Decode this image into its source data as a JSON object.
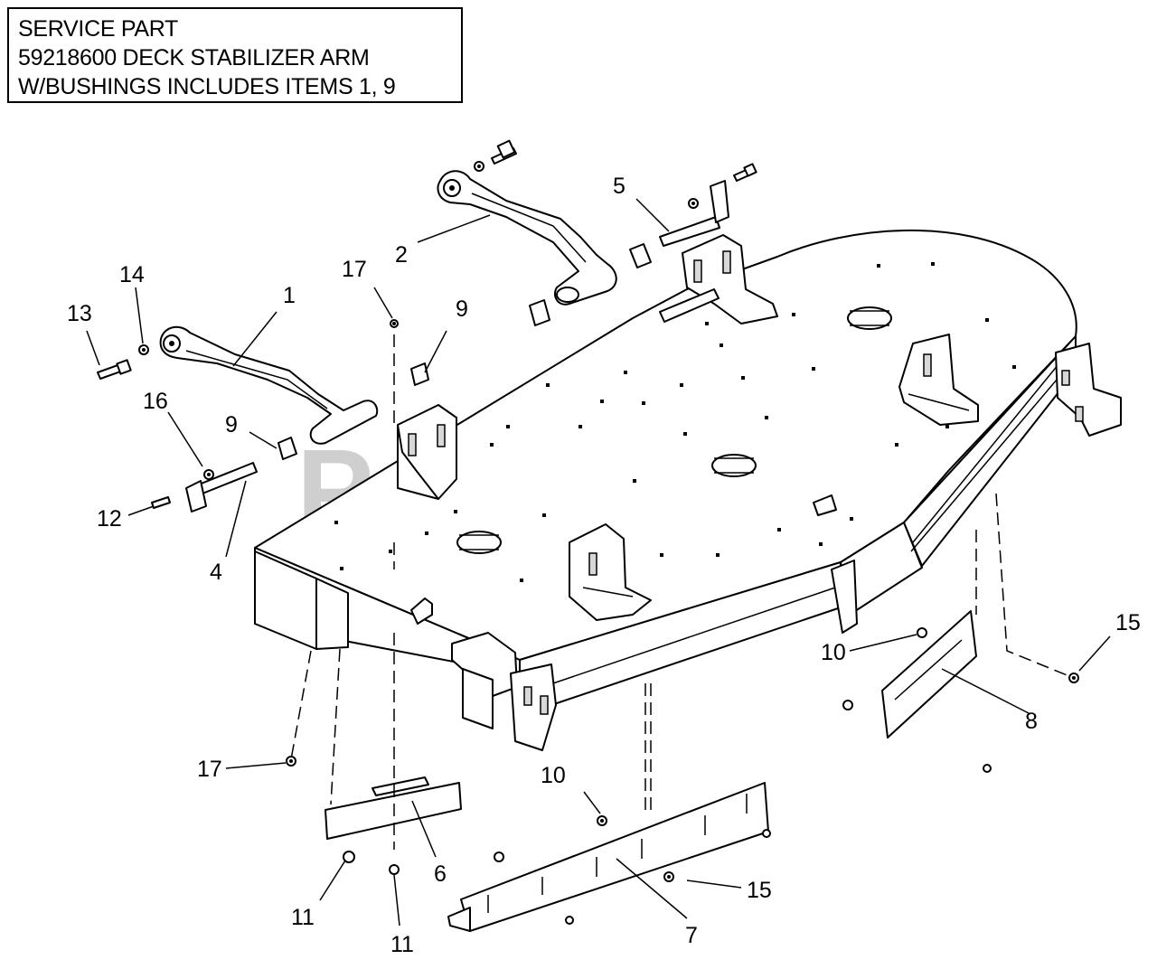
{
  "service_note": {
    "lines": [
      "SERVICE PART",
      "59218600 DECK STABILIZER ARM",
      "W/BUSHINGS INCLUDES ITEMS 1, 9"
    ]
  },
  "watermark": {
    "text": "PartsTree",
    "trademark": "™"
  },
  "callouts": [
    {
      "id": "c1",
      "label": "1"
    },
    {
      "id": "c2",
      "label": "2"
    },
    {
      "id": "c4",
      "label": "4"
    },
    {
      "id": "c5",
      "label": "5"
    },
    {
      "id": "c6",
      "label": "6"
    },
    {
      "id": "c7",
      "label": "7"
    },
    {
      "id": "c8",
      "label": "8"
    },
    {
      "id": "c9a",
      "label": "9"
    },
    {
      "id": "c9b",
      "label": "9"
    },
    {
      "id": "c10a",
      "label": "10"
    },
    {
      "id": "c10b",
      "label": "10"
    },
    {
      "id": "c11a",
      "label": "11"
    },
    {
      "id": "c11b",
      "label": "11"
    },
    {
      "id": "c12",
      "label": "12"
    },
    {
      "id": "c13",
      "label": "13"
    },
    {
      "id": "c14",
      "label": "14"
    },
    {
      "id": "c15a",
      "label": "15"
    },
    {
      "id": "c15b",
      "label": "15"
    },
    {
      "id": "c16",
      "label": "16"
    },
    {
      "id": "c17a",
      "label": "17"
    },
    {
      "id": "c17b",
      "label": "17"
    }
  ]
}
